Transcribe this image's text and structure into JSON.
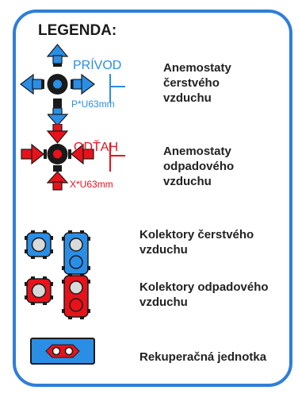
{
  "legend_title": "LEGENDA:",
  "colors": {
    "border": "#2f7ed8",
    "fresh": "#2b8ee5",
    "waste": "#e8121b",
    "dark": "#1a1a1a"
  },
  "items": [
    {
      "id": "fresh_anemostat",
      "tag": "PRÍVOD",
      "subtag": "P*U63mm",
      "text": "Anemostaty\nčerstvého\nvzduchu"
    },
    {
      "id": "waste_anemostat",
      "tag": "ODŤAH",
      "subtag": "X*U63mm",
      "text": "Anemostaty\nodpadového\nvzduchu"
    },
    {
      "id": "fresh_collector",
      "text": "Kolektory čerstvého\nvzduchu"
    },
    {
      "id": "waste_collector",
      "text": "Kolektory odpadového\nvzduchu"
    },
    {
      "id": "recuperator",
      "text": "Rekuperačná jednotka"
    }
  ]
}
